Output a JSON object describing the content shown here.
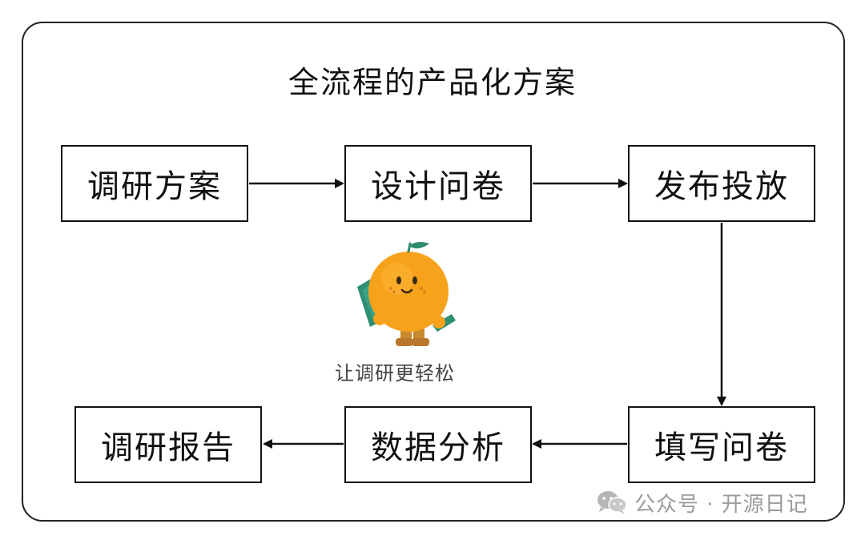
{
  "diagram": {
    "title": "全流程的产品化方案",
    "steps": [
      {
        "id": "research-plan",
        "label": "调研方案"
      },
      {
        "id": "design-survey",
        "label": "设计问卷"
      },
      {
        "id": "publish",
        "label": "发布投放"
      },
      {
        "id": "fill-survey",
        "label": "填写问卷"
      },
      {
        "id": "analysis",
        "label": "数据分析"
      },
      {
        "id": "report",
        "label": "调研报告"
      }
    ],
    "flow": [
      "调研方案",
      "设计问卷",
      "发布投放",
      "填写问卷",
      "数据分析",
      "调研报告"
    ]
  },
  "mascot": {
    "caption": "让调研更轻松",
    "icon": "orange-mascot-icon",
    "colors": {
      "body": "#f7a21b",
      "leaf": "#2e8b6e",
      "card": "#2f8f74",
      "feet": "#c98a2e"
    }
  },
  "watermark": {
    "icon": "wechat-icon",
    "text": "公众号 · 开源日记"
  },
  "colors": {
    "stroke": "#111111",
    "background": "#ffffff",
    "watermark": "#9a9a9a"
  }
}
